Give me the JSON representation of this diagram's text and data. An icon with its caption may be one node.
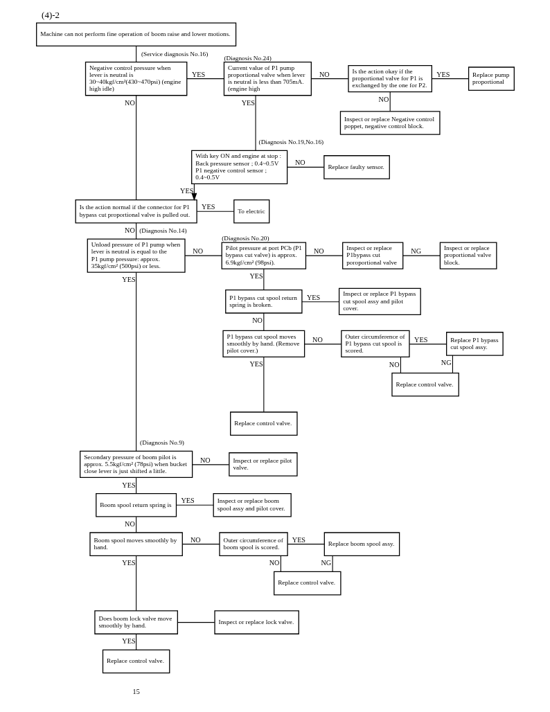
{
  "diagram": {
    "title": "(4)-2",
    "nodes": [
      {
        "text": [
          "Machine can not perform fine operation of boom raise and lower motions."
        ]
      },
      {
        "text": [
          "Negative control pressure when lever is neutral is 30~40kgf/cm²(430~470psi) (engine high idle)"
        ],
        "beside": [
          "(Service diagnosis No.16)"
        ]
      },
      {
        "text": [
          "Current value of P1 pump proportional valve when lever is neutral is less than 705mA. (engine high"
        ],
        "beside": [
          "(Diagnosis No.24)"
        ]
      },
      {
        "text": [
          "Is the action okay if the proportional valve for P1 is exchanged by the one for P2."
        ]
      },
      {
        "text": [
          "Replace pump proportional"
        ]
      },
      {
        "text": [
          "Inspect or replace Negative control poppet, negative control block."
        ]
      },
      {
        "text": [
          "With key ON and engine at stop : Back pressure sensor ; 0.4~0.5V P1 negative control sensor ; 0.4~0.5V"
        ],
        "beside": [
          "(Diagnosis No.19,No.16)"
        ]
      },
      {
        "text": [
          "Replace faulty sensor."
        ]
      },
      {
        "text": [
          "Is the action normal if the connector for P1 bypass cut proportional valve is pulled out."
        ]
      },
      {
        "text": [
          "To electric"
        ]
      },
      {
        "text": [
          "Unload pressure of P1 pump when lever is neutral is equal to the P1 pump pressure: approx. 35kgf/cm² (500psi) or less."
        ],
        "beside": [
          "(Diagnosis No.14)"
        ]
      },
      {
        "text": [
          "Pilot pressure at port PCb (P1 bypass cut valve) is approx. 6.9kgf/cm² (98psi)."
        ],
        "beside": [
          "(Diagnosis No.20)"
        ]
      },
      {
        "text": [
          "Inspect or replace P1bypass cut poroportional valve"
        ]
      },
      {
        "text": [
          "Inspect or replace proportional valve block."
        ]
      },
      {
        "text": [
          "P1 bypass cut spool return spring is broken."
        ]
      },
      {
        "text": [
          "Inspect or replace P1 bypass cut spool assy and pilot cover."
        ]
      },
      {
        "text": [
          "P1 bypass cut spool moves smoothly by hand. (Remove pilot cover.)"
        ]
      },
      {
        "text": [
          "Outer circumference of P1 bypass cut spool is scored."
        ]
      },
      {
        "text": [
          "Replace P1 bypass cut spool assy."
        ]
      },
      {
        "text": [
          "Replace control valve."
        ]
      },
      {
        "text": [
          "Replace control valve."
        ]
      },
      {
        "text": [
          "Secondary pressure of boom pilot is approx. 5.5kgf/cm² (78psi) when bucket close lever is just shifted a little."
        ],
        "beside": [
          "(Diagnosis No.9)"
        ]
      },
      {
        "text": [
          "Inspect or replace pilot valve."
        ]
      },
      {
        "text": [
          "Boom spool return spring is"
        ]
      },
      {
        "text": [
          "Inspect or replace boom spool assy and pilot cover."
        ]
      },
      {
        "text": [
          "Boom spool moves smoothly by hand."
        ]
      },
      {
        "text": [
          "Outer circumference of boom spool is scored."
        ]
      },
      {
        "text": [
          "Replace boom spool assy."
        ]
      },
      {
        "text": [
          "Replace control valve."
        ]
      },
      {
        "text": [
          "Does boom lock valve move smoothly by hand."
        ]
      },
      {
        "text": [
          "Inspect or replace lock valve."
        ]
      },
      {
        "text": [
          "Replace control valve."
        ]
      }
    ],
    "edges": [
      {
        "from": 0,
        "to": 1,
        "arrow": "none"
      },
      {
        "from": 1,
        "to": 2,
        "arrow": "none",
        "label": "YES"
      },
      {
        "from": 2,
        "to": 3,
        "arrow": "none",
        "label": "NO"
      },
      {
        "from": 3,
        "to": 4,
        "arrow": "none",
        "label": "YES"
      },
      {
        "from": 3,
        "to": 5,
        "arrow": "none",
        "label": "NO"
      },
      {
        "from": 2,
        "to": 6,
        "arrow": "none",
        "label": "YES"
      },
      {
        "from": 6,
        "to": 7,
        "arrow": "none",
        "label": "NO"
      },
      {
        "from": 1,
        "to": 8,
        "arrow": "none",
        "label": "NO"
      },
      {
        "from": 6,
        "to": 8,
        "arrow": "to",
        "label": "YES"
      },
      {
        "from": 8,
        "to": 9,
        "arrow": "none",
        "label": "YES"
      },
      {
        "from": 8,
        "to": 10,
        "arrow": "none",
        "label": "NO"
      },
      {
        "from": 10,
        "to": 11,
        "arrow": "none",
        "label": "NO"
      },
      {
        "from": 11,
        "to": 12,
        "arrow": "none",
        "label": "NO"
      },
      {
        "from": 12,
        "to": 13,
        "arrow": "none",
        "label": "NG"
      },
      {
        "from": 11,
        "to": 14,
        "arrow": "none",
        "label": "YES"
      },
      {
        "from": 14,
        "to": 15,
        "arrow": "none",
        "label": "YES"
      },
      {
        "from": 14,
        "to": 16,
        "arrow": "none",
        "label": "NO"
      },
      {
        "from": 16,
        "to": 17,
        "arrow": "none",
        "label": "NO"
      },
      {
        "from": 17,
        "to": 18,
        "arrow": "none",
        "label": "YES"
      },
      {
        "from": 18,
        "to": 19,
        "arrow": "none",
        "label": "NG"
      },
      {
        "from": 17,
        "to": 19,
        "arrow": "none",
        "label": "NO"
      },
      {
        "from": 16,
        "to": 20,
        "arrow": "none",
        "label": "YES"
      },
      {
        "from": 10,
        "to": 21,
        "arrow": "none",
        "label": "YES"
      },
      {
        "from": 21,
        "to": 22,
        "arrow": "none",
        "label": "NO"
      },
      {
        "from": 21,
        "to": 23,
        "arrow": "none",
        "label": "YES"
      },
      {
        "from": 23,
        "to": 24,
        "arrow": "none",
        "label": "YES"
      },
      {
        "from": 23,
        "to": 25,
        "arrow": "none",
        "label": "NO"
      },
      {
        "from": 25,
        "to": 26,
        "arrow": "none",
        "label": "NO"
      },
      {
        "from": 26,
        "to": 27,
        "arrow": "none",
        "label": "YES"
      },
      {
        "from": 27,
        "to": 28,
        "arrow": "none",
        "label": "NG"
      },
      {
        "from": 26,
        "to": 28,
        "arrow": "none",
        "label": "NO"
      },
      {
        "from": 25,
        "to": 29,
        "arrow": "none",
        "label": "YES"
      },
      {
        "from": 29,
        "to": 30,
        "arrow": "none"
      },
      {
        "from": 29,
        "to": 31,
        "arrow": "none",
        "label": "YES"
      }
    ],
    "labels": [
      "15"
    ]
  }
}
